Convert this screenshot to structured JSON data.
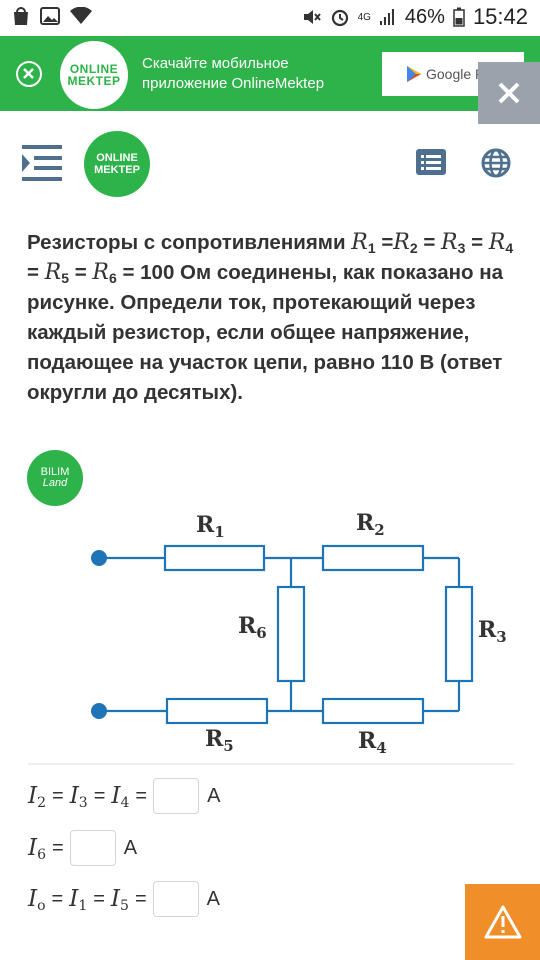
{
  "status": {
    "battery": "46%",
    "time": "15:42",
    "network": "4G"
  },
  "banner": {
    "logo_line1": "ONLINE",
    "logo_line2": "MEKTEP",
    "text": "Скачайте мобильное приложение OnlineMektep",
    "store_label": "Google P"
  },
  "header": {
    "logo_line1": "ONLINE",
    "logo_line2": "MEKTEP"
  },
  "question": {
    "p1": "Резисторы с сопротивлениями ",
    "p2": " = 100 Ом соединены, как показано на рисунке. Определи ток, протекающий через каждый резистор, если общее напряжение, подающее на участок цепи, равно 110 В (ответ округли до десятых)."
  },
  "bilim": {
    "line1": "BILIM",
    "line2": "Land"
  },
  "circuit": {
    "labels": [
      {
        "letter": "R",
        "sub": "1"
      },
      {
        "letter": "R",
        "sub": "2"
      },
      {
        "letter": "R",
        "sub": "3"
      },
      {
        "letter": "R",
        "sub": "4"
      },
      {
        "letter": "R",
        "sub": "5"
      },
      {
        "letter": "R",
        "sub": "6"
      }
    ]
  },
  "answers": [
    {
      "lhs": "I2 = I3 = I4 =",
      "unit": "A"
    },
    {
      "lhs": "I6 =",
      "unit": "A"
    },
    {
      "lhs": "Io = I1 = I5 =",
      "unit": "A"
    }
  ],
  "colors": {
    "brand_green": "#2db34a",
    "warning_orange": "#f08f2a",
    "circuit_blue": "#1f73b7"
  }
}
